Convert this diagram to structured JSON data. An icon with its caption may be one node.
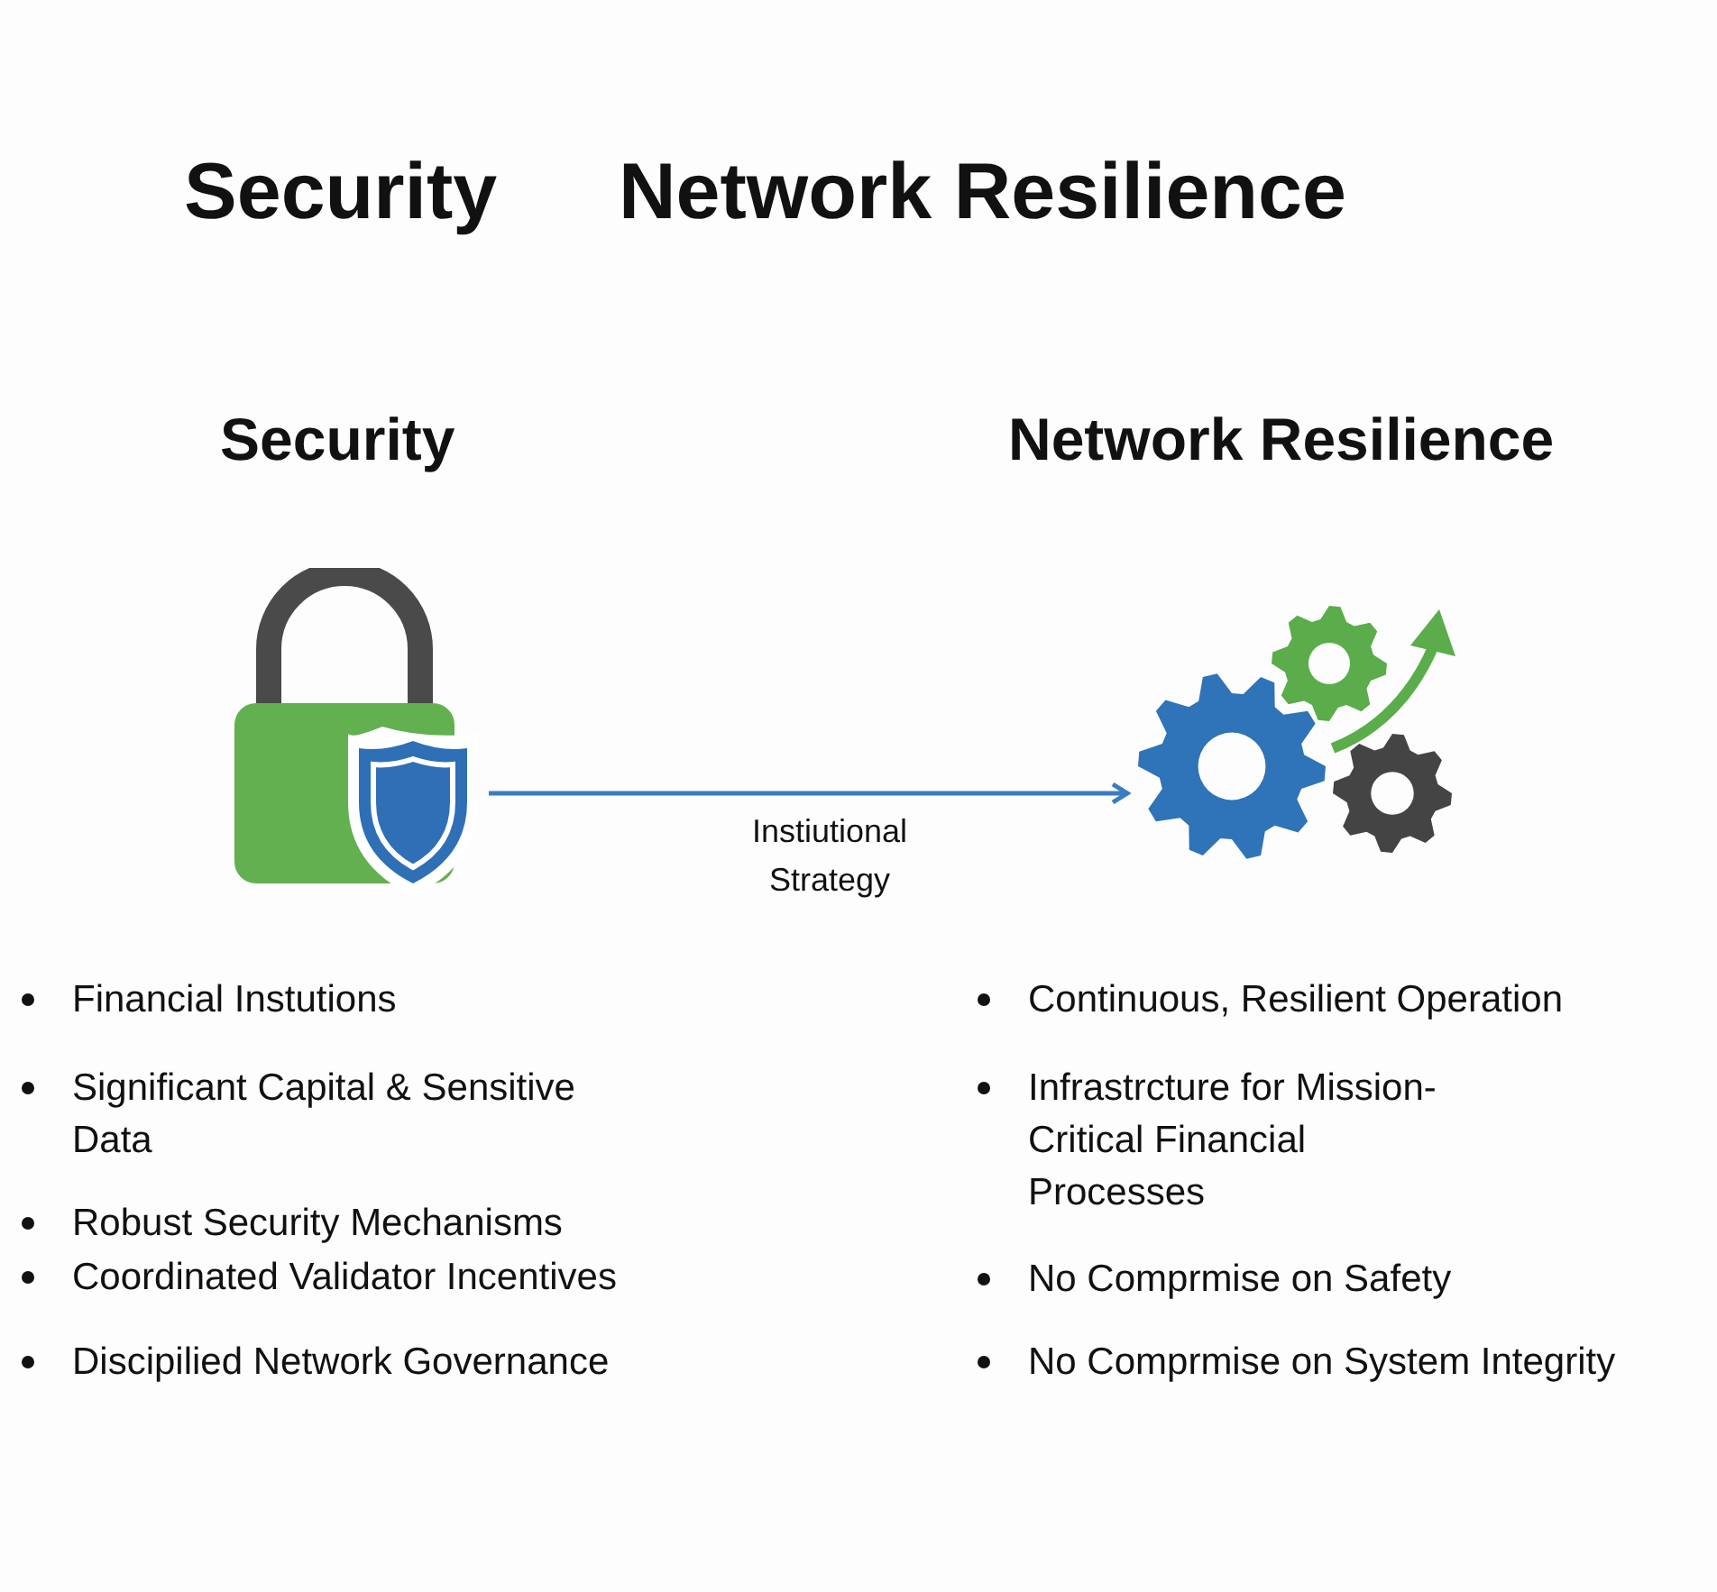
{
  "diagram": {
    "nodes": [
      {
        "text": [
          "Security"
        ]
      },
      {
        "text": [
          "Network Resilience"
        ]
      }
    ],
    "edges": [
      {
        "from": 0,
        "to": 1,
        "arrow": "to",
        "label": "Instiutional Strategy"
      }
    ],
    "labels": [
      "Security",
      "Network Resilience",
      "Financial Instutions",
      "Significant Capital & Sensitive Data",
      "Robust Security Mechanisms",
      "Coordinated Validator Incentives",
      "Discipilied Network Governance",
      "Continuous, Resilient Operation",
      "Infrastrcture for Mission-Critical Financial Processes",
      "No Comprmise on Safety",
      "No Comprmise on System Integrity"
    ]
  }
}
